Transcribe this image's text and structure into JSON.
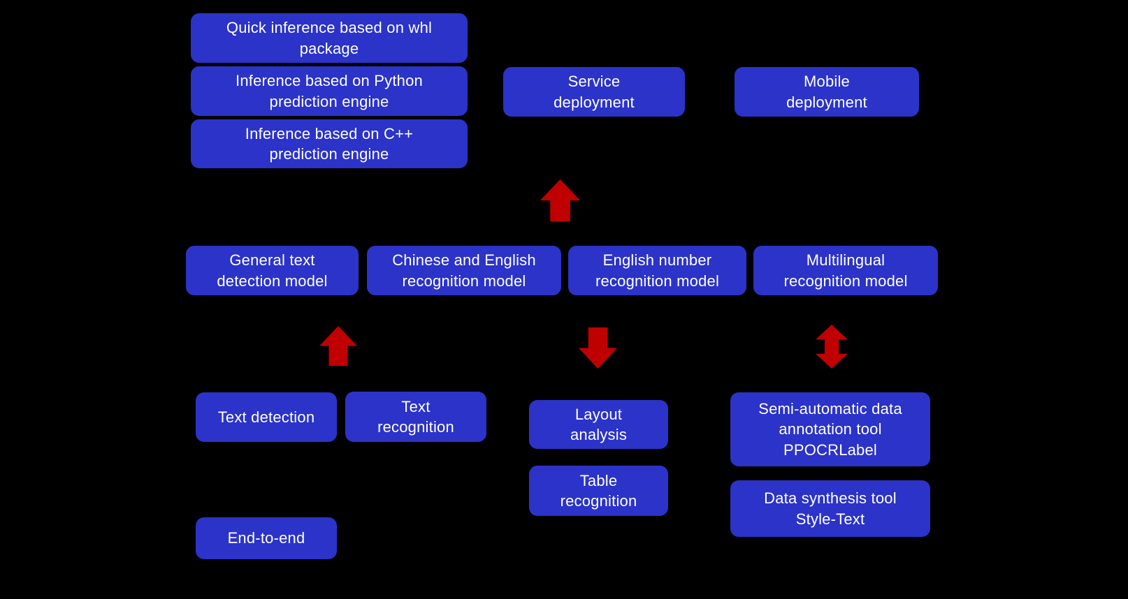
{
  "colors": {
    "background": "#000000",
    "box-blue": "#2B33C9",
    "arrow-red": "#C00000",
    "text-white": "#FFFFFF"
  },
  "diagram": {
    "inference_group": {
      "quick_whl": "Quick inference based on whl\npackage",
      "python_engine": "Inference based on Python\nprediction engine",
      "cpp_engine": "Inference based on C++\nprediction engine"
    },
    "deployment_group": {
      "service_deployment": "Service\ndeployment",
      "mobile_deployment": "Mobile\ndeployment"
    },
    "models_group": {
      "general_text_detection": "General text\ndetection model",
      "chinese_english_recognition": "Chinese and English\nrecognition model",
      "english_number_recognition": "English number\nrecognition model",
      "multilingual_recognition": "Multilingual\nrecognition model"
    },
    "tasks_group": {
      "text_detection": "Text detection",
      "text_recognition": "Text\nrecognition",
      "layout_analysis": "Layout\nanalysis",
      "table_recognition": "Table\nrecognition",
      "end_to_end": "End-to-end"
    },
    "tools_group": {
      "ppocrlabel": "Semi-automatic data\nannotation tool\nPPOCRLabel",
      "style_text": "Data synthesis tool\nStyle-Text"
    },
    "arrows": {
      "deploy_up": "up-arrow from models to deployment",
      "detect_up": "up-arrow from tasks to models",
      "layout_down": "down-arrow from models to layout analysis",
      "annotation_double": "double-arrow between multilingual model and annotation tool"
    }
  }
}
